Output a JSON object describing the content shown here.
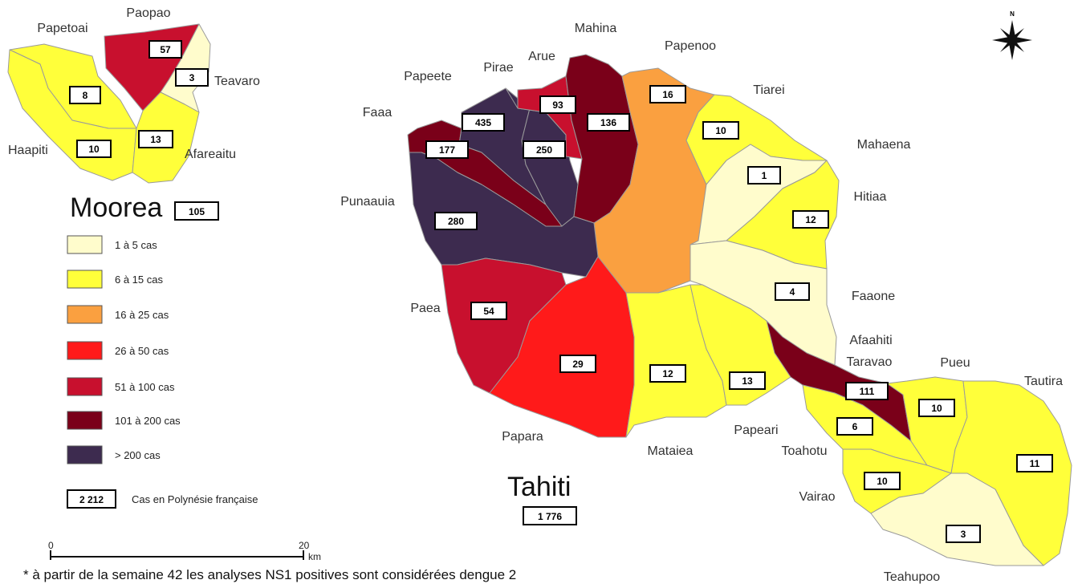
{
  "colors": {
    "1-5": "#fffccc",
    "6-15": "#ffff3a",
    "16-25": "#faa040",
    "26-50": "#ff1a1a",
    "51-100": "#c8102e",
    "101-200": "#7a0019",
    "200+": "#3d2b4f"
  },
  "moorea": {
    "title": "Moorea",
    "total": "105",
    "communes": {
      "papetoai": {
        "name": "Papetoai",
        "count": "8",
        "cls": "6-15"
      },
      "paopao": {
        "name": "Paopao",
        "count": "57",
        "cls": "51-100"
      },
      "teavaro": {
        "name": "Teavaro",
        "count": "3",
        "cls": "1-5"
      },
      "haapiti": {
        "name": "Haapiti",
        "count": "10",
        "cls": "6-15"
      },
      "afareaitu": {
        "name": "Afareaitu",
        "count": "13",
        "cls": "6-15"
      }
    }
  },
  "tahiti": {
    "title": "Tahiti",
    "total": "1 776",
    "communes": {
      "faaa": {
        "name": "Faaa",
        "count": "177",
        "cls": "101-200"
      },
      "papeete": {
        "name": "Papeete",
        "count": "435",
        "cls": "200+"
      },
      "pirae": {
        "name": "Pirae",
        "count": "250",
        "cls": "200+"
      },
      "arue": {
        "name": "Arue",
        "count": "93",
        "cls": "51-100"
      },
      "mahina": {
        "name": "Mahina",
        "count": "136",
        "cls": "101-200"
      },
      "papenoo": {
        "name": "Papenoo",
        "count": "16",
        "cls": "16-25"
      },
      "tiarei": {
        "name": "Tiarei",
        "count": "10",
        "cls": "6-15"
      },
      "mahaena": {
        "name": "Mahaena",
        "count": "1",
        "cls": "1-5"
      },
      "hitiaa": {
        "name": "Hitiaa",
        "count": "12",
        "cls": "6-15"
      },
      "faaone": {
        "name": "Faaone",
        "count": "4",
        "cls": "1-5"
      },
      "punaauia": {
        "name": "Punaauia",
        "count": "280",
        "cls": "200+"
      },
      "paea": {
        "name": "Paea",
        "count": "54",
        "cls": "51-100"
      },
      "papara": {
        "name": "Papara",
        "count": "29",
        "cls": "26-50"
      },
      "mataiea": {
        "name": "Mataiea",
        "count": "12",
        "cls": "6-15"
      },
      "papeari": {
        "name": "Papeari",
        "count": "13",
        "cls": "6-15"
      },
      "taravao": {
        "name_line1": "Afaahiti",
        "name_line2": "Taravao",
        "count": "111",
        "cls": "101-200"
      },
      "toahotu": {
        "name": "Toahotu",
        "count": "6",
        "cls": "6-15"
      },
      "pueu": {
        "name": "Pueu",
        "count": "10",
        "cls": "6-15"
      },
      "tautira": {
        "name": "Tautira",
        "count": "11",
        "cls": "6-15"
      },
      "vairao": {
        "name": "Vairao",
        "count": "10",
        "cls": "6-15"
      },
      "teahupoo": {
        "name": "Teahupoo",
        "count": "3",
        "cls": "1-5"
      }
    }
  },
  "legend": {
    "items": [
      {
        "label": "1 à 5 cas",
        "cls": "1-5"
      },
      {
        "label": "6 à 15 cas",
        "cls": "6-15"
      },
      {
        "label": "16 à 25 cas",
        "cls": "16-25"
      },
      {
        "label": "26 à 50 cas",
        "cls": "26-50"
      },
      {
        "label": "51 à 100 cas",
        "cls": "51-100"
      },
      {
        "label": "101 à 200 cas",
        "cls": "101-200"
      },
      {
        "label": "> 200 cas",
        "cls": "200+"
      }
    ],
    "total_box": "2 212",
    "total_label": "Cas en Polynésie française"
  },
  "scale": {
    "start": "0",
    "end": "20",
    "unit": "km"
  },
  "compass": {
    "north": "N"
  },
  "footnote": "* à partir de la semaine 42 les analyses NS1 positives sont considérées dengue 2"
}
